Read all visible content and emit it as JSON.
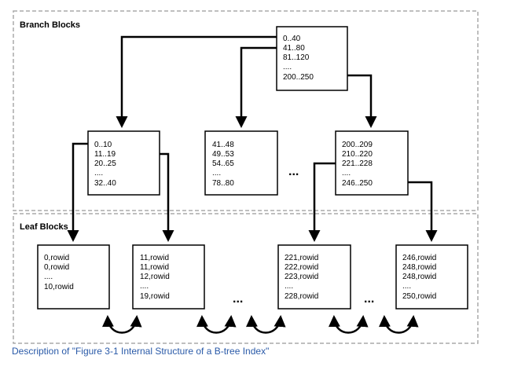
{
  "sections": {
    "branch_label": "Branch Blocks",
    "leaf_label": "Leaf Blocks"
  },
  "root_block": {
    "lines": [
      "0..40",
      "41..80",
      "81..120",
      "....",
      "200..250"
    ]
  },
  "branch_blocks": [
    {
      "lines": [
        "0..10",
        "11..19",
        "20..25",
        "....",
        "32..40"
      ]
    },
    {
      "lines": [
        "41..48",
        "49..53",
        "54..65",
        "....",
        "78..80"
      ]
    },
    {
      "lines": [
        "200..209",
        "210..220",
        "221..228",
        "....",
        "246..250"
      ]
    }
  ],
  "leaf_blocks": [
    {
      "lines": [
        "0,rowid",
        "0,rowid",
        "....",
        "10,rowid"
      ]
    },
    {
      "lines": [
        "11,rowid",
        "11,rowid",
        "12,rowid",
        "....",
        "19,rowid"
      ]
    },
    {
      "lines": [
        "221,rowid",
        "222,rowid",
        "223,rowid",
        "....",
        "228,rowid"
      ]
    },
    {
      "lines": [
        "246,rowid",
        "248,rowid",
        "248,rowid",
        "....",
        "250,rowid"
      ]
    }
  ],
  "ellipsis": "...",
  "caption": "Description of \"Figure 3-1 Internal Structure of a B-tree Index\""
}
